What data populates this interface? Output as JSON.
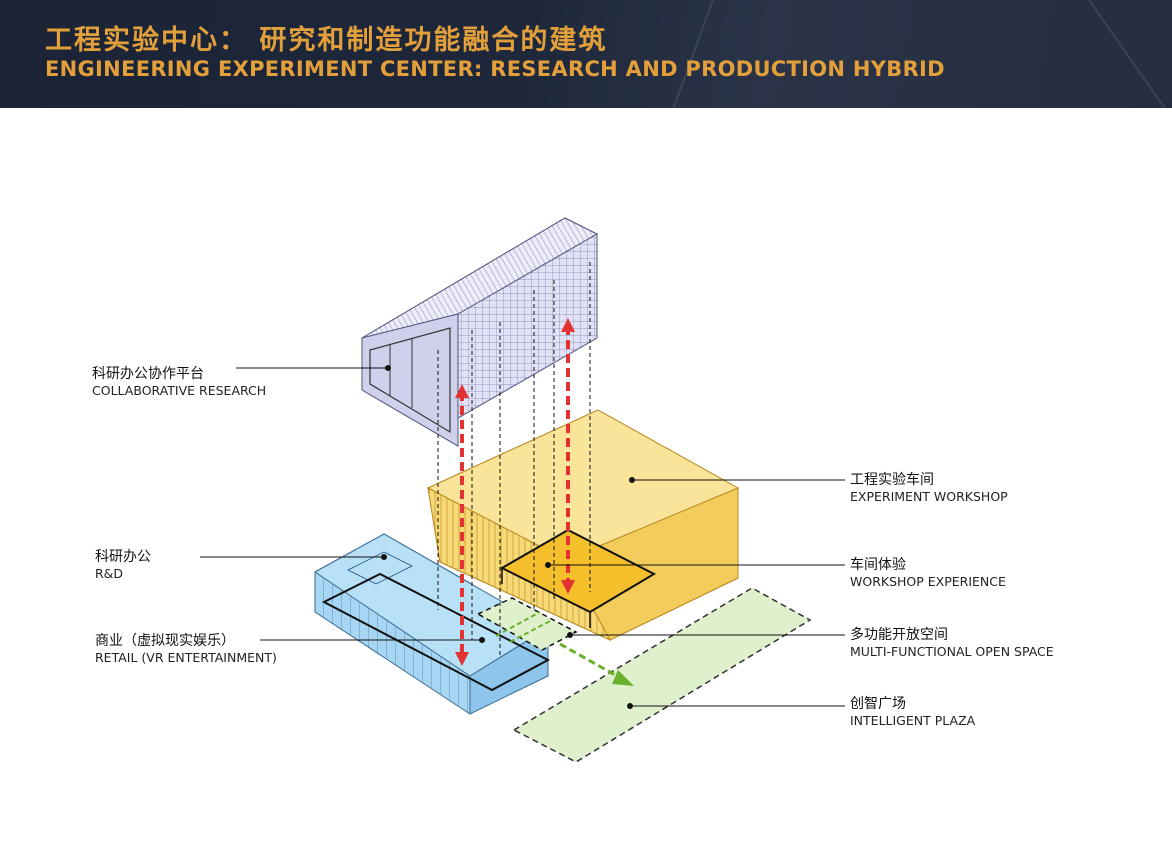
{
  "header": {
    "title_cn": "工程实验中心： 研究和制造功能融合的建筑",
    "title_en": "ENGINEERING EXPERIMENT CENTER: RESEARCH AND PRODUCTION HYBRID"
  },
  "labels": {
    "collab_cn": "科研办公协作平台",
    "collab_en": "COLLABORATIVE RESEARCH",
    "rd_cn": "科研办公",
    "rd_en": "R&D",
    "retail_cn": "商业（虚拟现实娱乐）",
    "retail_en": "RETAIL (VR ENTERTAINMENT)",
    "workshop_cn": "工程实验车间",
    "workshop_en": "EXPERIMENT WORKSHOP",
    "experience_cn": "车间体验",
    "experience_en": "WORKSHOP EXPERIENCE",
    "openspace_cn": "多功能开放空间",
    "openspace_en": "MULTI-FUNCTIONAL OPEN SPACE",
    "plaza_cn": "创智广场",
    "plaza_en": "INTELLIGENT PLAZA"
  },
  "colors": {
    "title": "#e3a03a",
    "research_volume": "#dcdcf4",
    "workshop_volume": "#f6d77a",
    "experience_box": "#f6c232",
    "rd_volume": "#a8d8f4",
    "plaza": "#dff0cc",
    "circulation_arrow": "#e23232",
    "plaza_arrow": "#6ab02c"
  }
}
